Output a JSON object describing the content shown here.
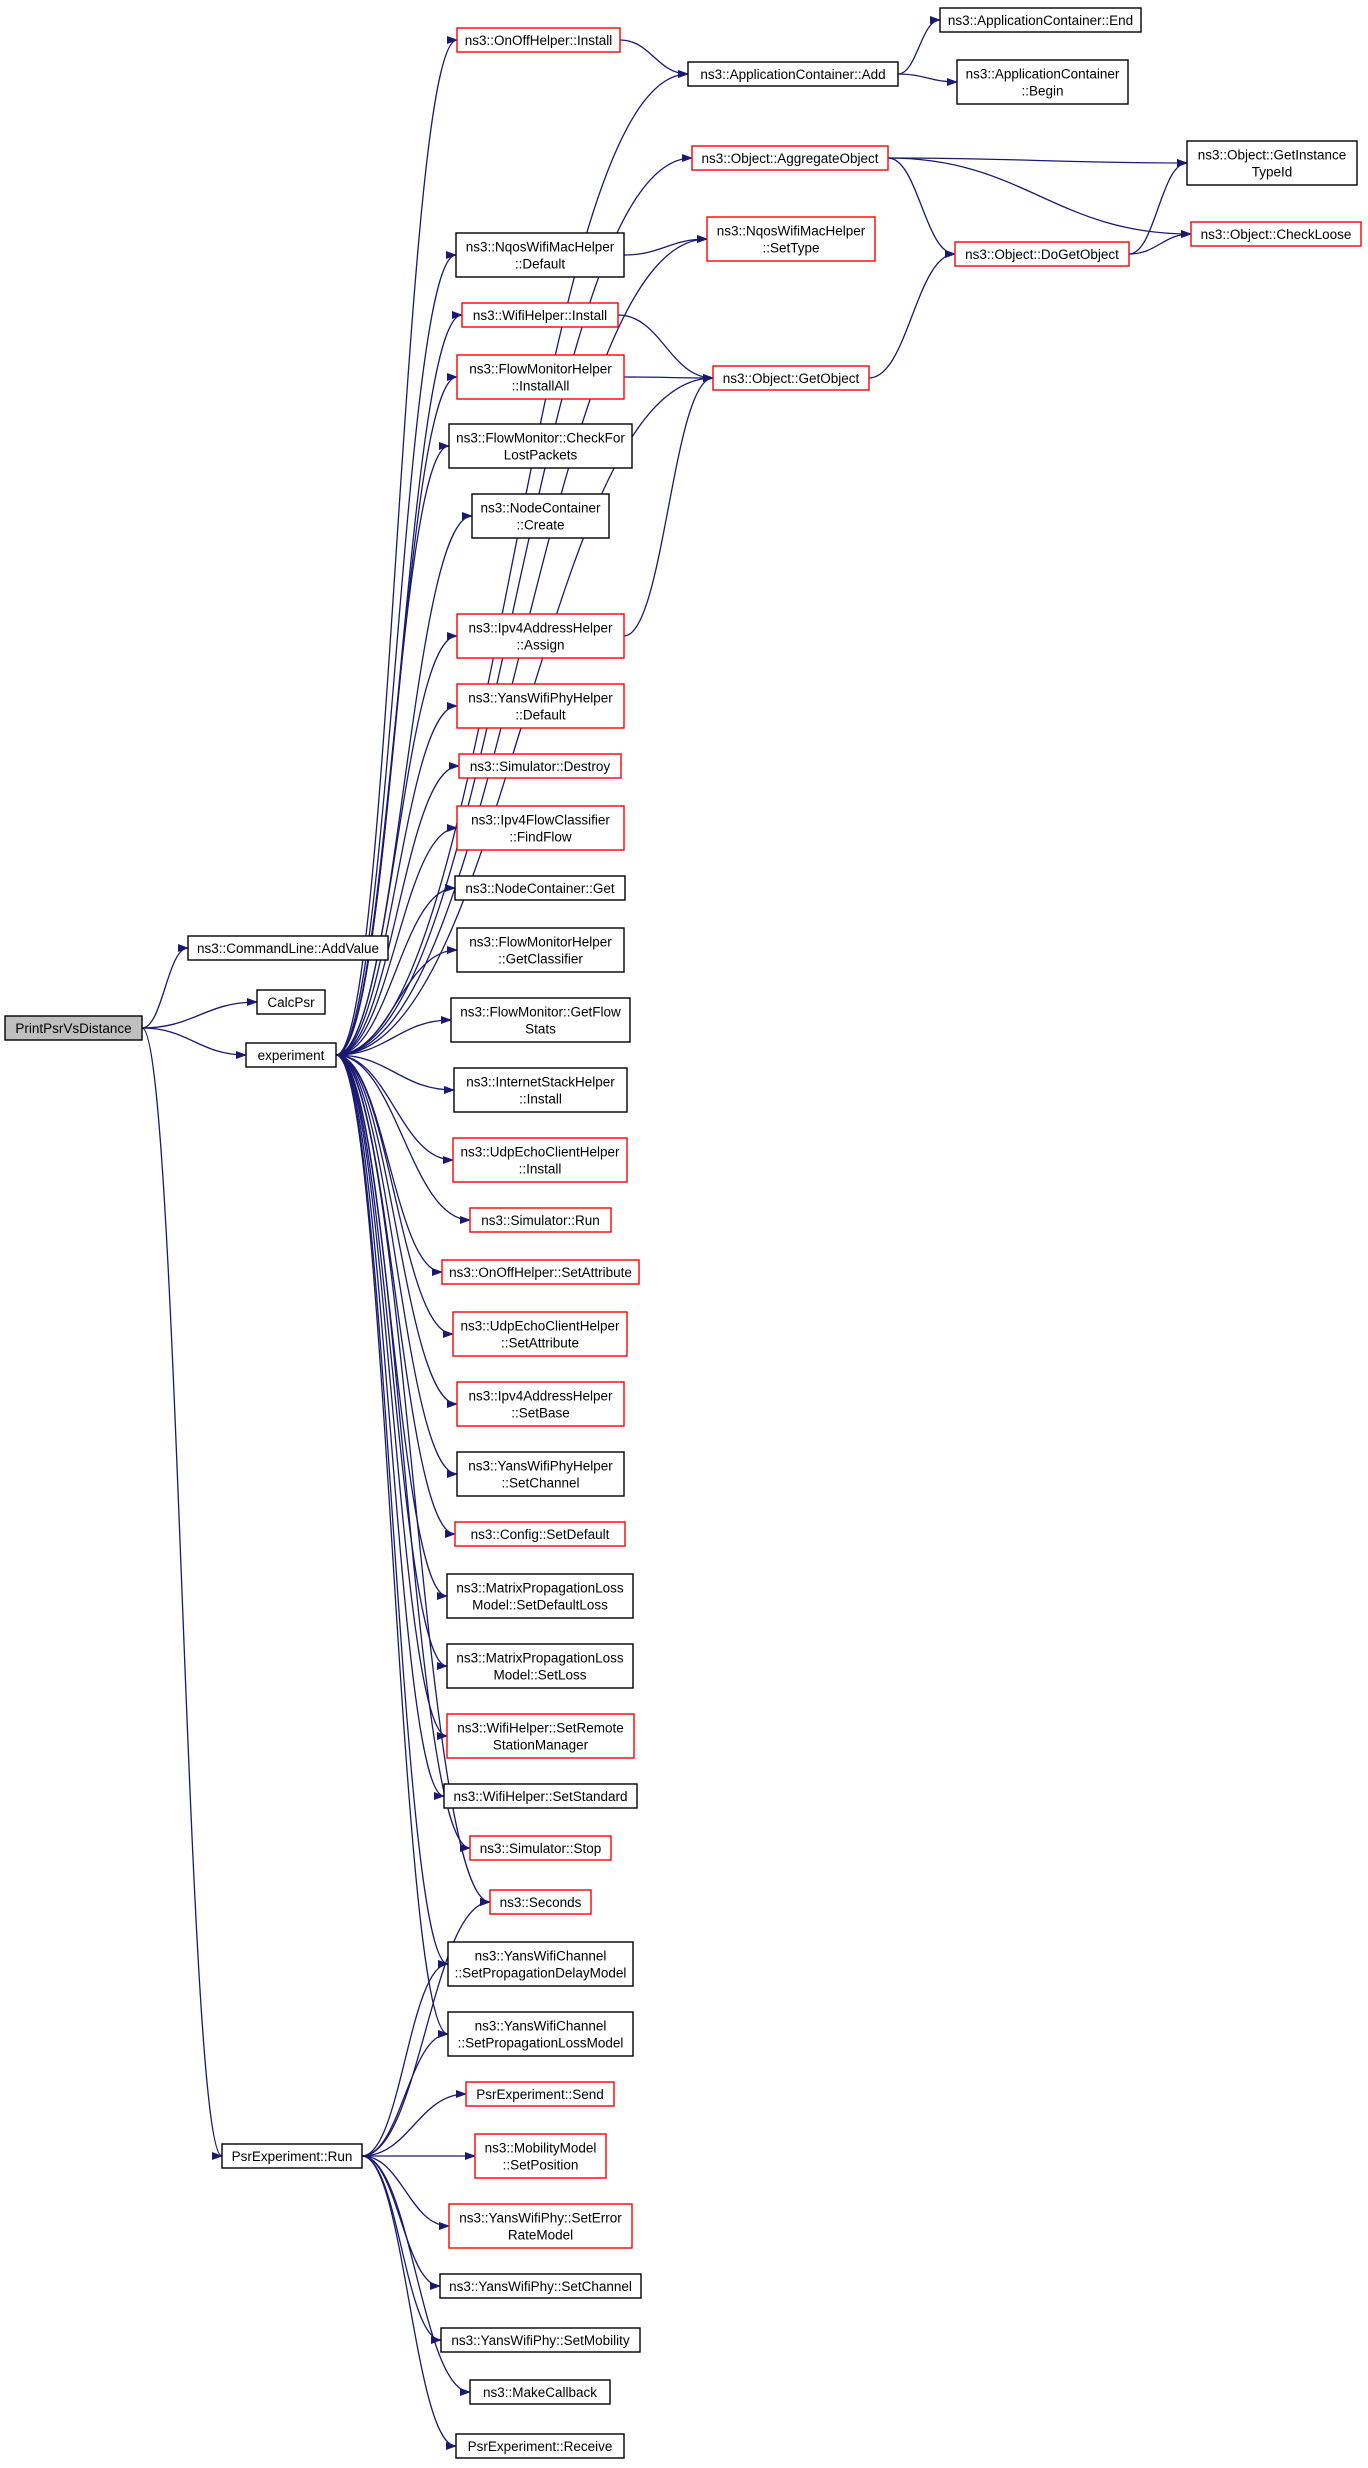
{
  "colors": {
    "edge": "#191970",
    "plain_border": "#000000",
    "red_border": "#ff0000",
    "root_fill": "#bfbfbf",
    "node_fill": "#ffffff"
  },
  "nodes": [
    {
      "id": "root",
      "lines": [
        "PrintPsrVsDistance"
      ],
      "style": "root"
    },
    {
      "id": "addvalue",
      "lines": [
        "ns3::CommandLine::AddValue"
      ],
      "style": "plain"
    },
    {
      "id": "calcpsr",
      "lines": [
        "CalcPsr"
      ],
      "style": "plain"
    },
    {
      "id": "experiment",
      "lines": [
        "experiment"
      ],
      "style": "plain"
    },
    {
      "id": "psrrun",
      "lines": [
        "PsrExperiment::Run"
      ],
      "style": "plain"
    },
    {
      "id": "onoffinstall",
      "lines": [
        "ns3::OnOffHelper::Install"
      ],
      "style": "red"
    },
    {
      "id": "appadd",
      "lines": [
        "ns3::ApplicationContainer::Add"
      ],
      "style": "plain"
    },
    {
      "id": "append",
      "lines": [
        "ns3::ApplicationContainer::End"
      ],
      "style": "plain"
    },
    {
      "id": "appbegin",
      "lines": [
        "ns3::ApplicationContainer",
        "::Begin"
      ],
      "style": "plain"
    },
    {
      "id": "aggregate",
      "lines": [
        "ns3::Object::AggregateObject"
      ],
      "style": "red"
    },
    {
      "id": "gettypeid",
      "lines": [
        "ns3::Object::GetInstance",
        "TypeId"
      ],
      "style": "plain"
    },
    {
      "id": "checkloose",
      "lines": [
        "ns3::Object::CheckLoose"
      ],
      "style": "red"
    },
    {
      "id": "dogetobject",
      "lines": [
        "ns3::Object::DoGetObject"
      ],
      "style": "red"
    },
    {
      "id": "nqosdefault",
      "lines": [
        "ns3::NqosWifiMacHelper",
        "::Default"
      ],
      "style": "plain"
    },
    {
      "id": "nqossettype",
      "lines": [
        "ns3::NqosWifiMacHelper",
        "::SetType"
      ],
      "style": "red"
    },
    {
      "id": "wifiinstall",
      "lines": [
        "ns3::WifiHelper::Install"
      ],
      "style": "red"
    },
    {
      "id": "getobject",
      "lines": [
        "ns3::Object::GetObject"
      ],
      "style": "red"
    },
    {
      "id": "fminstallall",
      "lines": [
        "ns3::FlowMonitorHelper",
        "::InstallAll"
      ],
      "style": "red"
    },
    {
      "id": "checklost",
      "lines": [
        "ns3::FlowMonitor::CheckFor",
        "LostPackets"
      ],
      "style": "plain"
    },
    {
      "id": "nodecreate",
      "lines": [
        "ns3::NodeContainer",
        "::Create"
      ],
      "style": "plain"
    },
    {
      "id": "ipv4assign",
      "lines": [
        "ns3::Ipv4AddressHelper",
        "::Assign"
      ],
      "style": "red"
    },
    {
      "id": "yansphydefault",
      "lines": [
        "ns3::YansWifiPhyHelper",
        "::Default"
      ],
      "style": "red"
    },
    {
      "id": "simdestroy",
      "lines": [
        "ns3::Simulator::Destroy"
      ],
      "style": "red"
    },
    {
      "id": "findflow",
      "lines": [
        "ns3::Ipv4FlowClassifier",
        "::FindFlow"
      ],
      "style": "red"
    },
    {
      "id": "nodeget",
      "lines": [
        "ns3::NodeContainer::Get"
      ],
      "style": "plain"
    },
    {
      "id": "getclassifier",
      "lines": [
        "ns3::FlowMonitorHelper",
        "::GetClassifier"
      ],
      "style": "plain"
    },
    {
      "id": "getflowstats",
      "lines": [
        "ns3::FlowMonitor::GetFlow",
        "Stats"
      ],
      "style": "plain"
    },
    {
      "id": "inetinstall",
      "lines": [
        "ns3::InternetStackHelper",
        "::Install"
      ],
      "style": "plain"
    },
    {
      "id": "udpinstall",
      "lines": [
        "ns3::UdpEchoClientHelper",
        "::Install"
      ],
      "style": "red"
    },
    {
      "id": "simrun",
      "lines": [
        "ns3::Simulator::Run"
      ],
      "style": "red"
    },
    {
      "id": "onoffsetattr",
      "lines": [
        "ns3::OnOffHelper::SetAttribute"
      ],
      "style": "red"
    },
    {
      "id": "udpsetattr",
      "lines": [
        "ns3::UdpEchoClientHelper",
        "::SetAttribute"
      ],
      "style": "red"
    },
    {
      "id": "ipv4setbase",
      "lines": [
        "ns3::Ipv4AddressHelper",
        "::SetBase"
      ],
      "style": "red"
    },
    {
      "id": "yansphysetchannel",
      "lines": [
        "ns3::YansWifiPhyHelper",
        "::SetChannel"
      ],
      "style": "plain"
    },
    {
      "id": "configsetdefault",
      "lines": [
        "ns3::Config::SetDefault"
      ],
      "style": "red"
    },
    {
      "id": "setdefaultloss",
      "lines": [
        "ns3::MatrixPropagationLoss",
        "Model::SetDefaultLoss"
      ],
      "style": "plain"
    },
    {
      "id": "setloss",
      "lines": [
        "ns3::MatrixPropagationLoss",
        "Model::SetLoss"
      ],
      "style": "plain"
    },
    {
      "id": "setremote",
      "lines": [
        "ns3::WifiHelper::SetRemote",
        "StationManager"
      ],
      "style": "red"
    },
    {
      "id": "setstandard",
      "lines": [
        "ns3::WifiHelper::SetStandard"
      ],
      "style": "plain"
    },
    {
      "id": "simstop",
      "lines": [
        "ns3::Simulator::Stop"
      ],
      "style": "red"
    },
    {
      "id": "seconds",
      "lines": [
        "ns3::Seconds"
      ],
      "style": "red"
    },
    {
      "id": "setpropdelay",
      "lines": [
        "ns3::YansWifiChannel",
        "::SetPropagationDelayModel"
      ],
      "style": "plain"
    },
    {
      "id": "setproploss",
      "lines": [
        "ns3::YansWifiChannel",
        "::SetPropagationLossModel"
      ],
      "style": "plain"
    },
    {
      "id": "psrsend",
      "lines": [
        "PsrExperiment::Send"
      ],
      "style": "red"
    },
    {
      "id": "setposition",
      "lines": [
        "ns3::MobilityModel",
        "::SetPosition"
      ],
      "style": "red"
    },
    {
      "id": "seterrorrate",
      "lines": [
        "ns3::YansWifiPhy::SetError",
        "RateModel"
      ],
      "style": "red"
    },
    {
      "id": "physetchannel",
      "lines": [
        "ns3::YansWifiPhy::SetChannel"
      ],
      "style": "plain"
    },
    {
      "id": "physetmobility",
      "lines": [
        "ns3::YansWifiPhy::SetMobility"
      ],
      "style": "plain"
    },
    {
      "id": "makecallback",
      "lines": [
        "ns3::MakeCallback"
      ],
      "style": "plain"
    },
    {
      "id": "psrreceive",
      "lines": [
        "PsrExperiment::Receive"
      ],
      "style": "plain"
    }
  ],
  "edges": [
    [
      "root",
      "addvalue"
    ],
    [
      "root",
      "calcpsr"
    ],
    [
      "root",
      "experiment"
    ],
    [
      "root",
      "psrrun"
    ],
    [
      "experiment",
      "onoffinstall"
    ],
    [
      "experiment",
      "appadd"
    ],
    [
      "experiment",
      "aggregate"
    ],
    [
      "experiment",
      "nqosdefault"
    ],
    [
      "experiment",
      "nqossettype"
    ],
    [
      "experiment",
      "wifiinstall"
    ],
    [
      "experiment",
      "fminstallall"
    ],
    [
      "experiment",
      "checklost"
    ],
    [
      "experiment",
      "nodecreate"
    ],
    [
      "experiment",
      "getobject"
    ],
    [
      "experiment",
      "ipv4assign"
    ],
    [
      "experiment",
      "yansphydefault"
    ],
    [
      "experiment",
      "simdestroy"
    ],
    [
      "experiment",
      "findflow"
    ],
    [
      "experiment",
      "nodeget"
    ],
    [
      "experiment",
      "getclassifier"
    ],
    [
      "experiment",
      "getflowstats"
    ],
    [
      "experiment",
      "inetinstall"
    ],
    [
      "experiment",
      "udpinstall"
    ],
    [
      "experiment",
      "simrun"
    ],
    [
      "experiment",
      "onoffsetattr"
    ],
    [
      "experiment",
      "udpsetattr"
    ],
    [
      "experiment",
      "ipv4setbase"
    ],
    [
      "experiment",
      "yansphysetchannel"
    ],
    [
      "experiment",
      "configsetdefault"
    ],
    [
      "experiment",
      "setdefaultloss"
    ],
    [
      "experiment",
      "setloss"
    ],
    [
      "experiment",
      "setremote"
    ],
    [
      "experiment",
      "setstandard"
    ],
    [
      "experiment",
      "simstop"
    ],
    [
      "experiment",
      "seconds"
    ],
    [
      "experiment",
      "setpropdelay"
    ],
    [
      "experiment",
      "setproploss"
    ],
    [
      "onoffinstall",
      "appadd"
    ],
    [
      "appadd",
      "append"
    ],
    [
      "appadd",
      "appbegin"
    ],
    [
      "aggregate",
      "gettypeid"
    ],
    [
      "aggregate",
      "checkloose"
    ],
    [
      "aggregate",
      "dogetobject"
    ],
    [
      "dogetobject",
      "gettypeid"
    ],
    [
      "dogetobject",
      "checkloose"
    ],
    [
      "nqosdefault",
      "nqossettype"
    ],
    [
      "wifiinstall",
      "getobject"
    ],
    [
      "fminstallall",
      "getobject"
    ],
    [
      "getobject",
      "dogetobject"
    ],
    [
      "ipv4assign",
      "getobject"
    ],
    [
      "psrrun",
      "seconds"
    ],
    [
      "psrrun",
      "setpropdelay"
    ],
    [
      "psrrun",
      "setproploss"
    ],
    [
      "psrrun",
      "psrsend"
    ],
    [
      "psrrun",
      "setposition"
    ],
    [
      "psrrun",
      "seterrorrate"
    ],
    [
      "psrrun",
      "physetchannel"
    ],
    [
      "psrrun",
      "physetmobility"
    ],
    [
      "psrrun",
      "makecallback"
    ],
    [
      "psrrun",
      "psrreceive"
    ]
  ]
}
